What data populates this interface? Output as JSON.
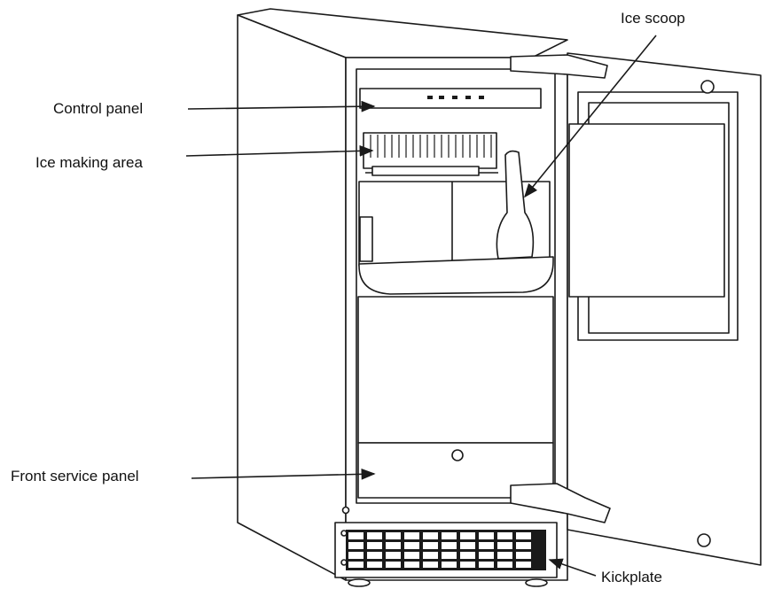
{
  "labels": {
    "control_panel": "Control panel",
    "ice_making_area": "Ice making area",
    "front_service_panel": "Front service panel",
    "ice_scoop": "Ice scoop",
    "kickplate": "Kickplate"
  },
  "colors": {
    "line": "#1a1a1a",
    "background": "#ffffff",
    "fill": "#ffffff",
    "shade": "#e6e6e6"
  }
}
